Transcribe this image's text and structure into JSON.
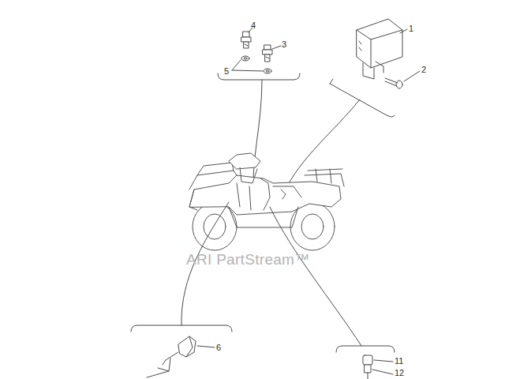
{
  "diagram": {
    "labels": [
      "4",
      "3",
      "5",
      "1",
      "2",
      "6",
      "11",
      "12",
      "ARI PartStream™"
    ]
  }
}
